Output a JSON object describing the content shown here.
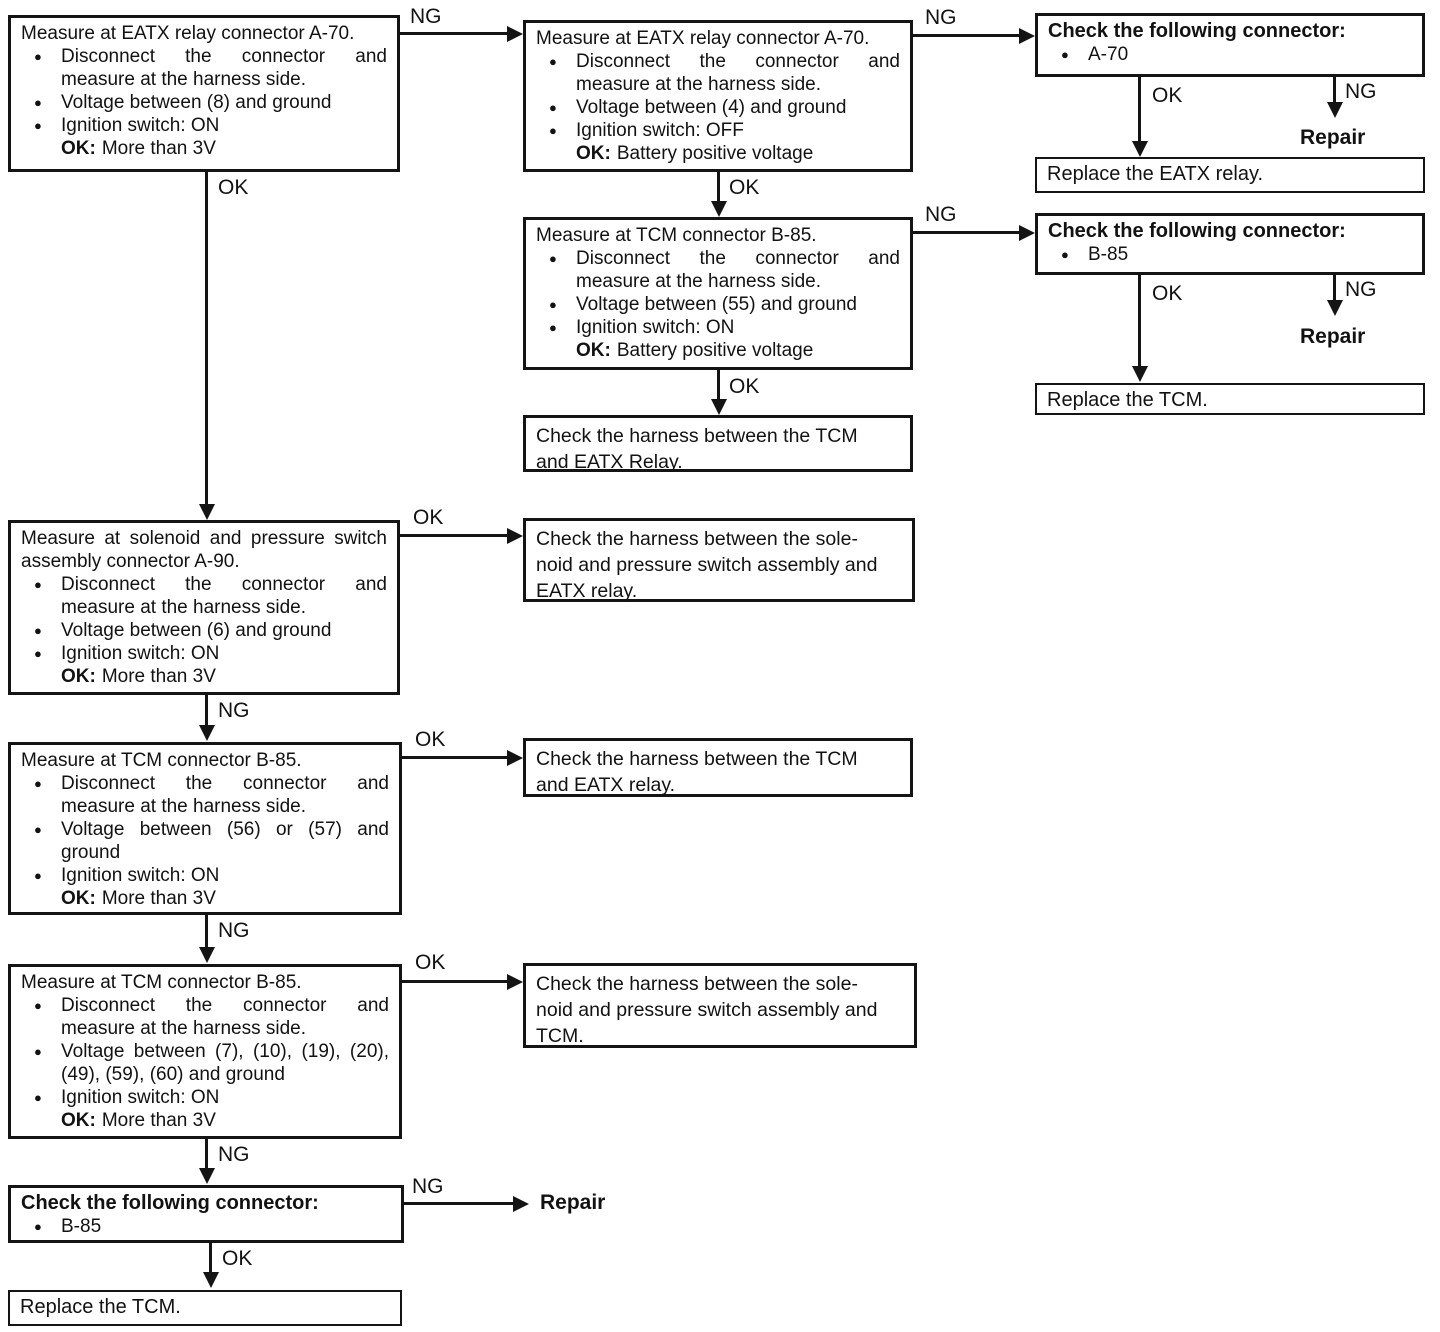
{
  "labels": {
    "ok": "OK",
    "ng": "NG",
    "repair": "Repair"
  },
  "boxes": {
    "l1": {
      "title": "Measure at EATX relay connector A-70.",
      "bullets": [
        "Disconnect the connector and measure at the harness side.",
        "Voltage between (8) and ground",
        "Ignition switch: ON"
      ],
      "ok_label": "OK:",
      "ok_value": "More than 3V"
    },
    "m1": {
      "title": "Measure at EATX relay connector A-70.",
      "bullets": [
        "Disconnect the connector and measure at the harness side.",
        "Voltage between (4) and ground",
        "Ignition switch: OFF"
      ],
      "ok_label": "OK:",
      "ok_value": "Battery positive voltage"
    },
    "r1": {
      "title": "Check the following connector:",
      "item": "A-70"
    },
    "r1_result": {
      "text": "Replace the EATX relay."
    },
    "m2": {
      "title": "Measure at TCM connector B-85.",
      "bullets": [
        "Disconnect the connector and measure at the harness side.",
        "Voltage between (55) and ground",
        "Ignition switch: ON"
      ],
      "ok_label": "OK:",
      "ok_value": "Battery positive voltage"
    },
    "r2": {
      "title": "Check the following connector:",
      "item": "B-85"
    },
    "r2_result": {
      "text": "Replace the TCM."
    },
    "m3": {
      "lines": [
        "Check the harness between the TCM",
        "and EATX Relay."
      ]
    },
    "l2": {
      "title": "Measure at solenoid and pressure switch assembly connector A-90.",
      "bullets": [
        "Disconnect the connector and measure at the harness side.",
        "Voltage between (6) and ground",
        "Ignition switch: ON"
      ],
      "ok_label": "OK:",
      "ok_value": "More than 3V"
    },
    "m4": {
      "lines": [
        "Check the harness between the sole-",
        "noid and pressure switch assembly and",
        "EATX relay."
      ]
    },
    "l3": {
      "title": "Measure at TCM connector B-85.",
      "bullets": [
        "Disconnect the connector and measure at the harness side.",
        "Voltage between (56) or (57) and ground",
        "Ignition switch: ON"
      ],
      "ok_label": "OK:",
      "ok_value": "More than 3V"
    },
    "m5": {
      "lines": [
        "Check the harness between the TCM",
        "and EATX relay."
      ]
    },
    "l4": {
      "title": "Measure at TCM connector B-85.",
      "bullets": [
        "Disconnect the connector and measure at the harness side.",
        "Voltage between (7), (10), (19), (20), (49), (59), (60) and ground",
        "Ignition switch: ON"
      ],
      "ok_label": "OK:",
      "ok_value": "More than 3V"
    },
    "m6": {
      "lines": [
        "Check the harness between the sole-",
        "noid and pressure switch assembly and",
        "TCM."
      ]
    },
    "l5": {
      "title": "Check the following connector:",
      "item": "B-85"
    },
    "l5_result": {
      "text": "Replace the TCM."
    }
  }
}
